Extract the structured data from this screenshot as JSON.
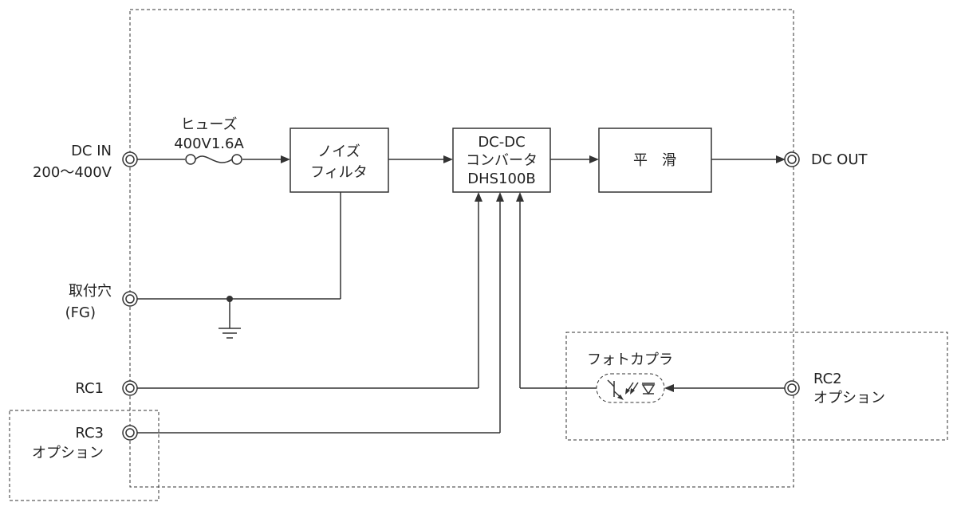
{
  "terminals": {
    "dc_in": {
      "line1": "DC IN",
      "line2": "200〜400V"
    },
    "dc_out": {
      "line1": "DC OUT"
    },
    "fg": {
      "line1": "取付穴",
      "line2": "(FG)"
    },
    "rc1": {
      "line1": "RC1"
    },
    "rc2": {
      "line1": "RC2",
      "line2": "オプション"
    },
    "rc3": {
      "line1": "RC3",
      "line2": "オプション"
    }
  },
  "fuse": {
    "line1": "ヒューズ",
    "line2": "400V1.6A"
  },
  "blocks": {
    "noise_filter": {
      "line1": "ノイズ",
      "line2": "フィルタ"
    },
    "converter": {
      "line1": "DC-DC",
      "line2": "コンバータ",
      "line3": "DHS100B"
    },
    "smoothing": {
      "line1": "平　滑"
    }
  },
  "photocoupler": {
    "label": "フォトカプラ"
  }
}
